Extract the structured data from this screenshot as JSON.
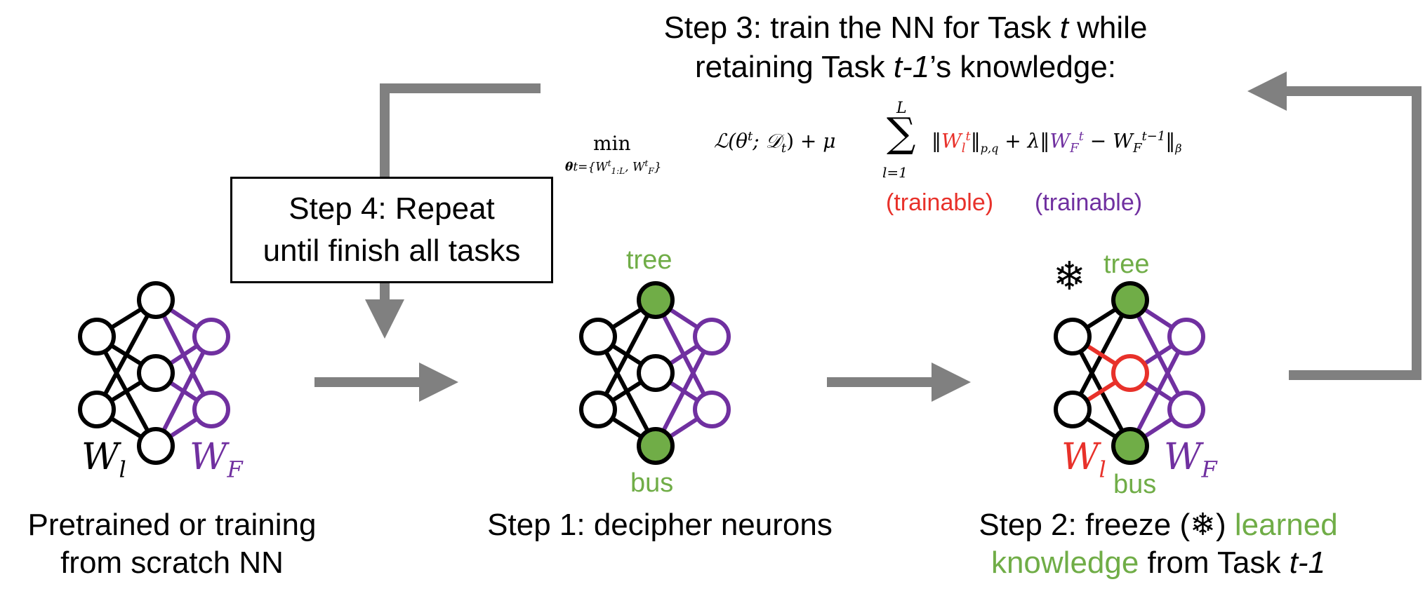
{
  "step3": {
    "line1_a": "Step 3: train the NN for Task ",
    "line1_t": "t",
    "line1_b": " while",
    "line2_a": "retaining Task ",
    "line2_t": "t-1",
    "line2_b": "’s knowledge:"
  },
  "formula": {
    "min": "min",
    "min_sub": "θ",
    "min_sub_rest": "t={W",
    "loss": "ℒ(θ",
    "sum_top": "L",
    "sum_bottom": "l=1",
    "trainable_red": "(trainable)",
    "trainable_purple": "(trainable)"
  },
  "step4": {
    "line1": "Step 4: Repeat",
    "line2": "until finish all tasks"
  },
  "net_pretrained": {
    "wl": "W",
    "wl_sub": "l",
    "wf": "W",
    "wf_sub": "F"
  },
  "net_step1": {
    "top_label": "tree",
    "bottom_label": "bus"
  },
  "net_step2": {
    "top_label": "tree",
    "bottom_label": "bus",
    "wl": "W",
    "wl_sub": "l",
    "wf": "W",
    "wf_sub": "F",
    "snowflake": "❄"
  },
  "captions": {
    "pretrained_l1": "Pretrained or training",
    "pretrained_l2": "from scratch NN",
    "step1": "Step 1: decipher neurons",
    "step2_a": "Step 2: freeze (",
    "step2_snow": "❄",
    "step2_b": ") ",
    "step2_green1": "learned",
    "step2_green2": "knowledge",
    "step2_c": " from Task ",
    "step2_t": "t-1"
  },
  "colors": {
    "green": "#70ad47",
    "red": "#e8312a",
    "purple": "#7030a0",
    "arrow": "#808080"
  }
}
